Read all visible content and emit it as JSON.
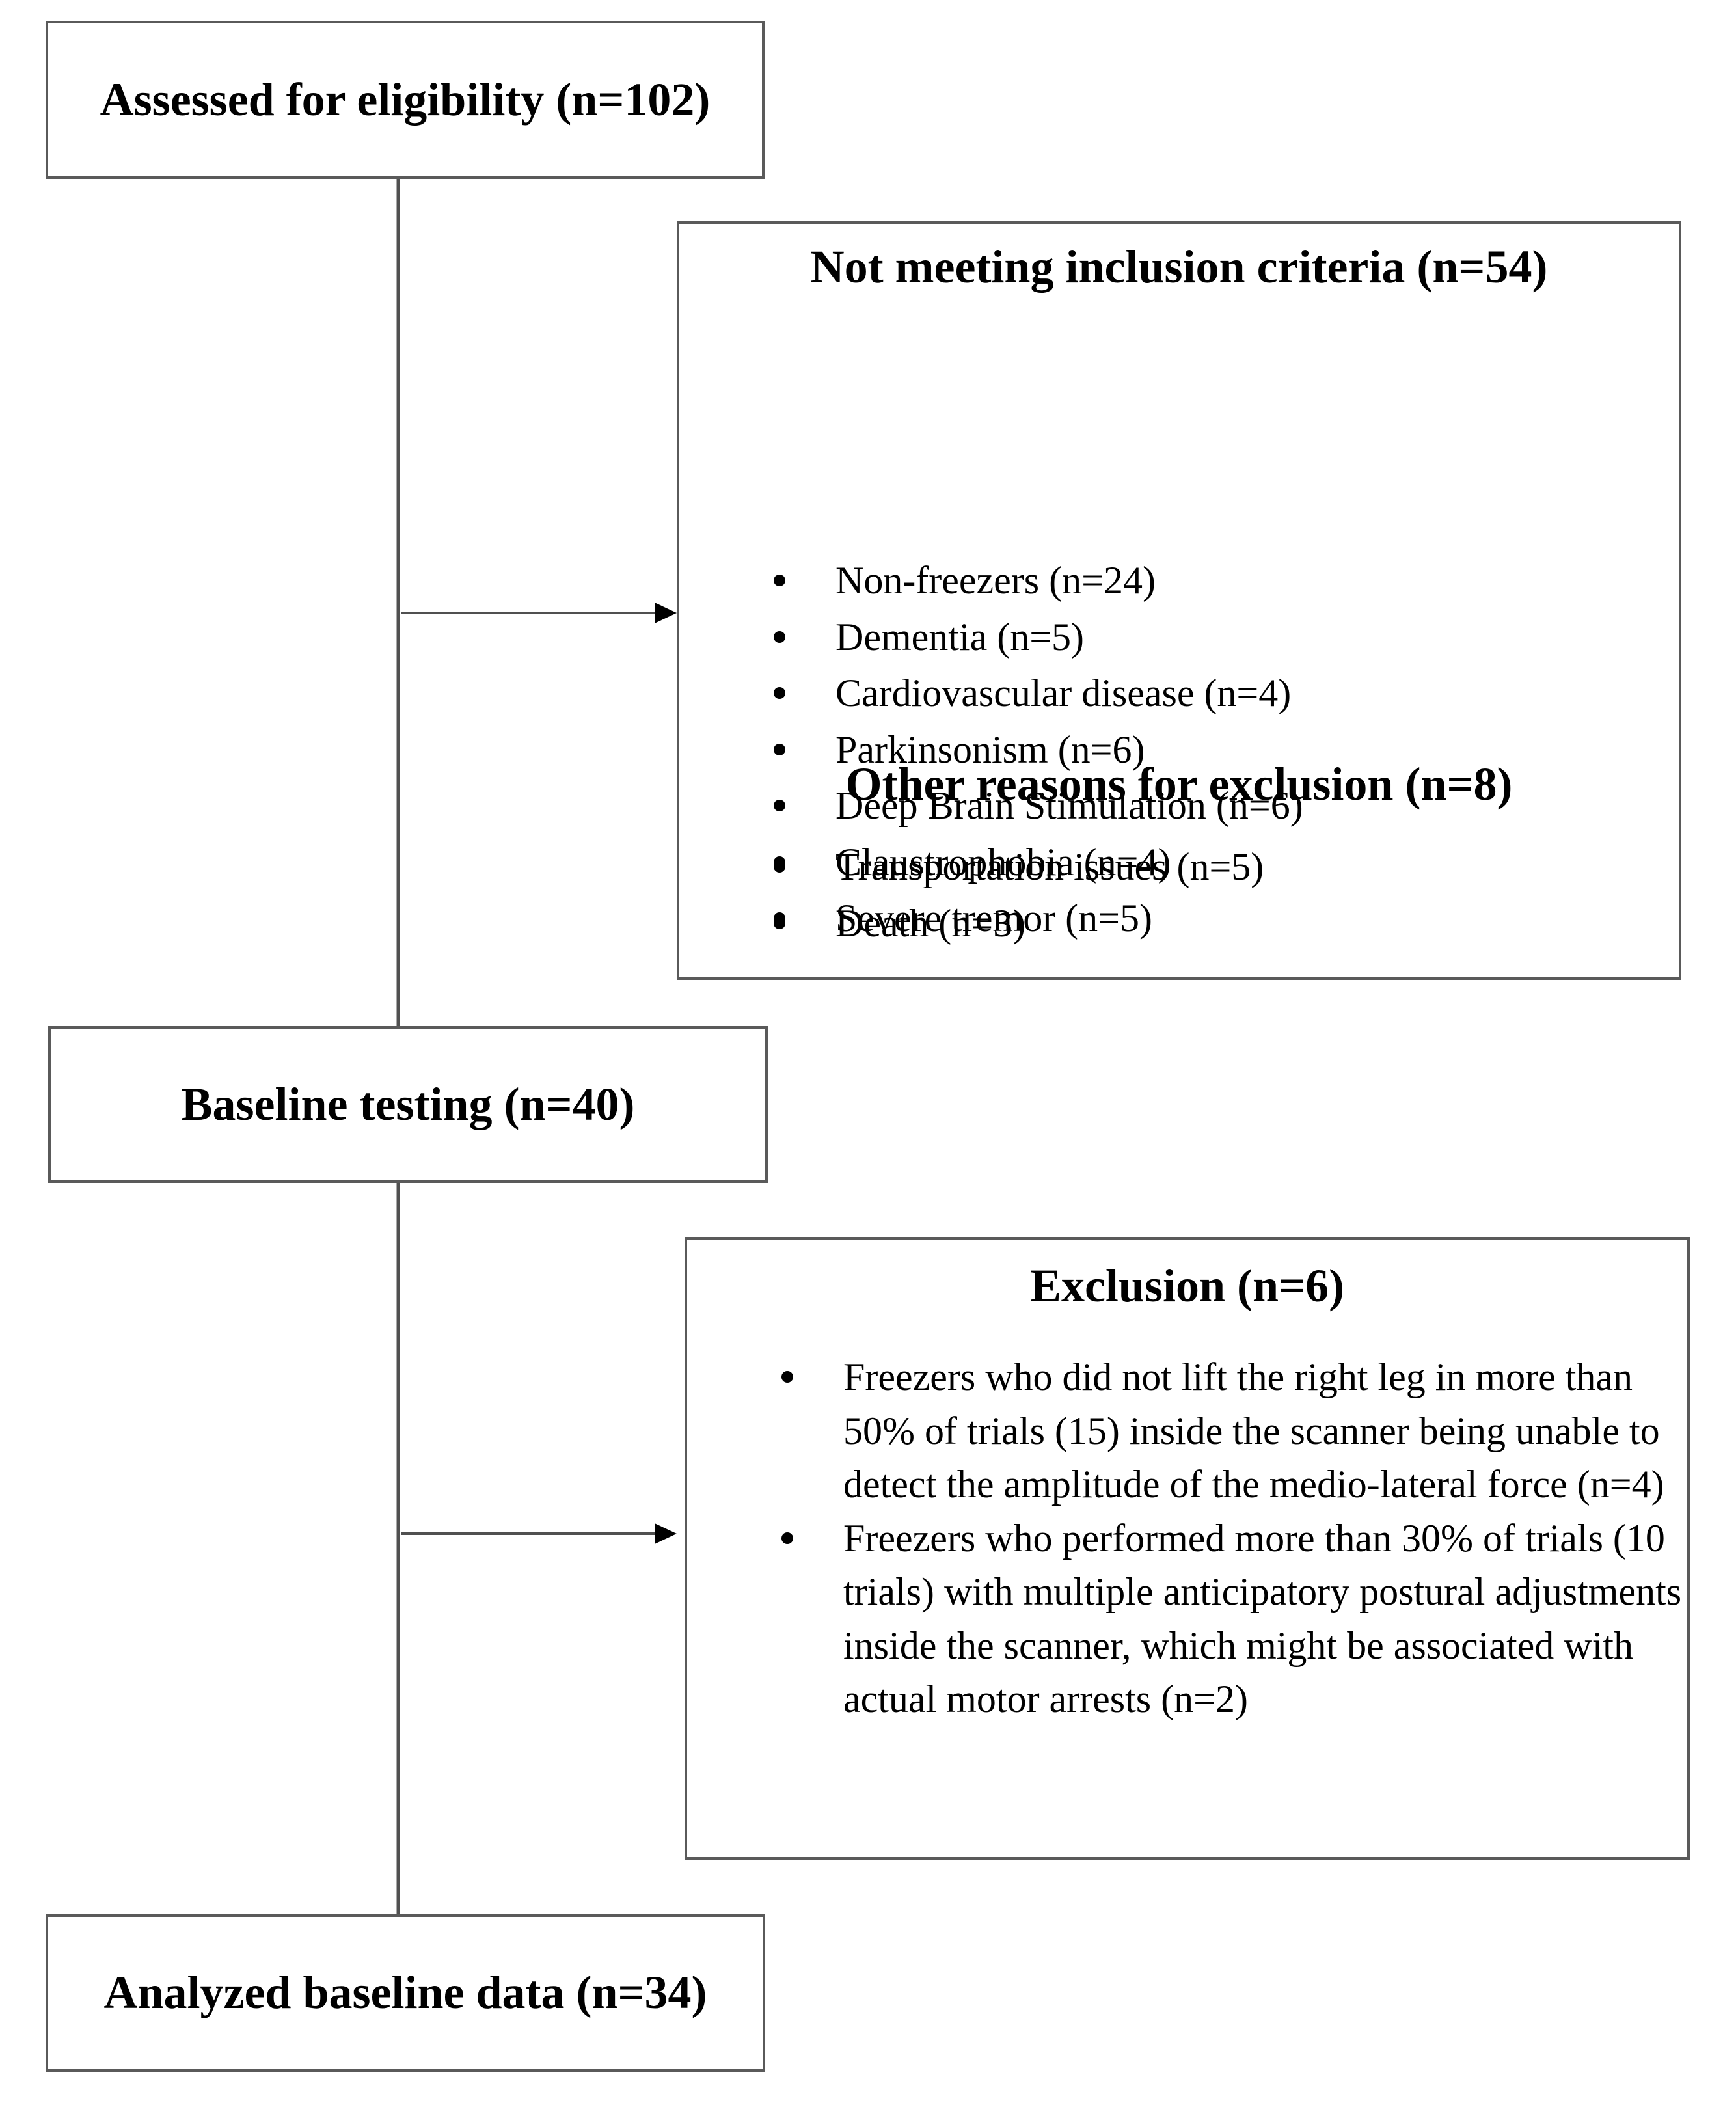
{
  "flow": {
    "assessed": {
      "label": "Assessed for eligibility (n=102)"
    },
    "not_meeting": {
      "title": "Not meeting inclusion criteria (n=54)",
      "items": [
        "Non-freezers (n=24)",
        "Dementia (n=5)",
        "Cardiovascular disease (n=4)",
        "Parkinsonism (n=6)",
        "Deep Brain Stimulation (n=6)",
        "Claustrophobia (n=4)",
        "Severe tremor (n=5)"
      ],
      "other_title": "Other reasons for exclusion (n=8)",
      "other_items": [
        "Transportation issues (n=5)",
        "Death (n=3)"
      ]
    },
    "baseline": {
      "label": "Baseline testing (n=40)"
    },
    "exclusion": {
      "title": "Exclusion (n=6)",
      "items": [
        "Freezers who did not lift the right leg in more than 50% of trials (15) inside the scanner being unable to detect the amplitude of the medio-lateral force (n=4)",
        "Freezers who performed more than 30% of trials (10 trials) with multiple anticipatory postural adjustments inside the scanner, which might be associated with actual motor arrests (n=2)"
      ]
    },
    "analyzed": {
      "label": "Analyzed baseline data (n=34)"
    }
  },
  "colors": {
    "border": "#5a5a5a",
    "line": "#505050",
    "text": "#000000"
  }
}
